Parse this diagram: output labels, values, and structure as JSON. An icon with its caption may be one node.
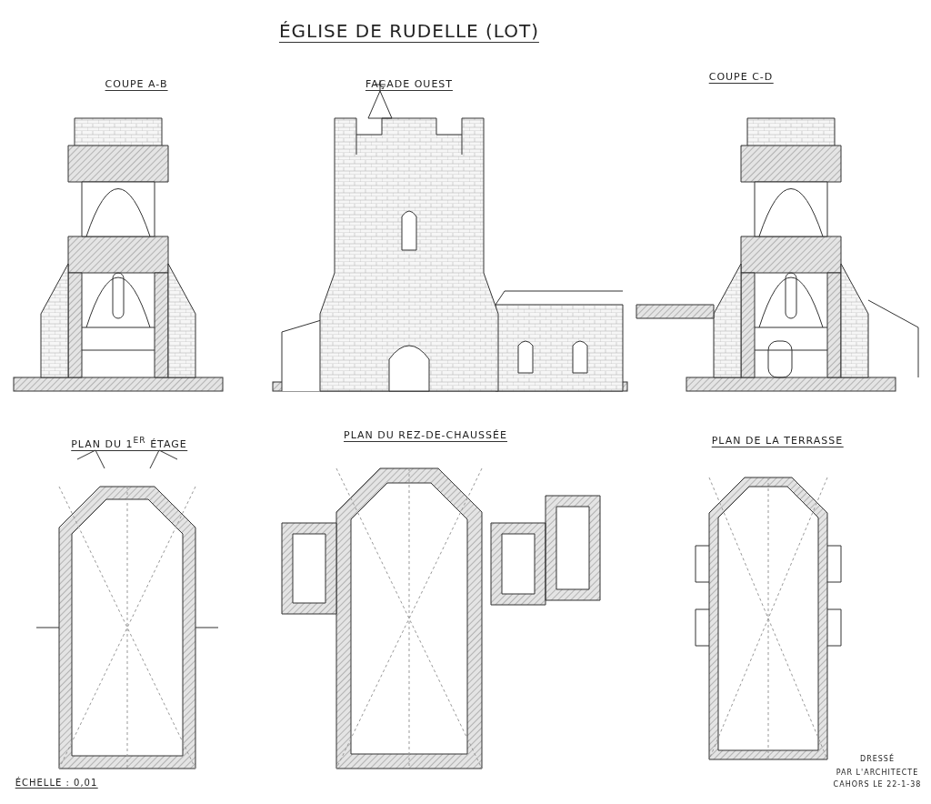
{
  "diagram": {
    "title": "ÉGLISE DE RUDELLE (LOT)",
    "labels": [
      "COUPE A-B",
      "FAÇADE OUEST",
      "COUPE C-D",
      "PLAN DU 1$^{ER}$ ÉTAGE",
      "PLAN DU REZ-DE-CHAUSSÉE",
      "PLAN DE LA TERRASSE",
      "ÉCHELLE : 0,01",
      "DRESSÉ",
      "PAR L'ARCHITECTE",
      "CAHORS LE 22-1-38"
    ]
  }
}
